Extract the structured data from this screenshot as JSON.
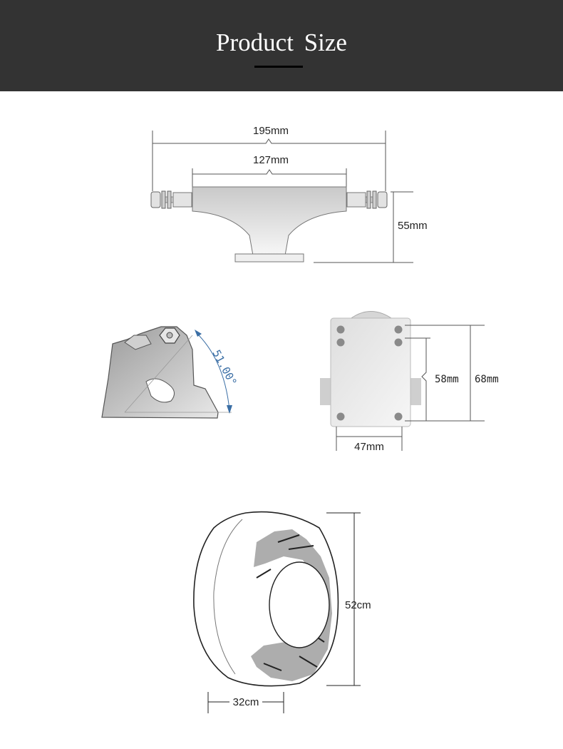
{
  "header": {
    "title": "Product Size"
  },
  "truck_front": {
    "overall_width": "195mm",
    "hanger_width": "127mm",
    "height": "55mm"
  },
  "truck_side": {
    "angle": "51.00°"
  },
  "baseplate": {
    "hole_spacing_inner": "58mm",
    "hole_spacing_outer": "68mm",
    "width": "47mm"
  },
  "wheel": {
    "diameter": "52cm",
    "width": "32cm"
  },
  "colors": {
    "header_bg": "#333333",
    "header_text": "#ffffff",
    "angle_accent": "#3a6ea5"
  }
}
